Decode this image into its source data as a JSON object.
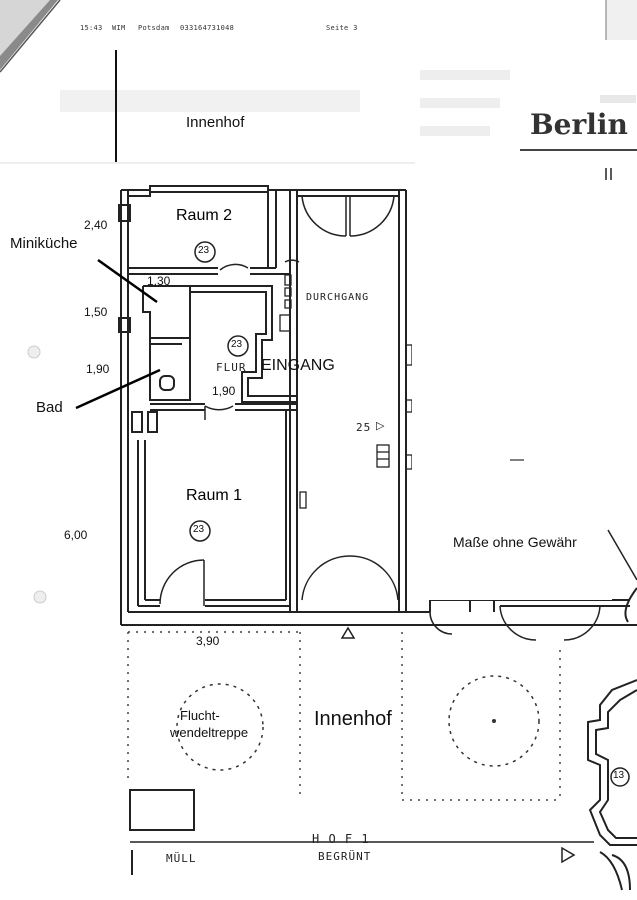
{
  "fax_header": {
    "time": "15:43",
    "sender": "WIM",
    "city": "Potsdam",
    "phone": "033164731048",
    "page": "Seite  3"
  },
  "letterhead": {
    "city": "Berlin"
  },
  "labels": {
    "innenhof_top": "Innenhof",
    "raum2": "Raum 2",
    "raum1": "Raum 1",
    "minikueche": "Miniküche",
    "bad": "Bad",
    "eingang": "EINGANG",
    "flur": "FLUR",
    "durchgang": "DURCHGANG",
    "masse": "Maße ohne Gewähr",
    "flucht_line1": "Flucht-",
    "flucht_line2": "wendeltreppe",
    "innenhof_yard": "Innenhof",
    "hof": "H O F  1",
    "begruent": "BEGRÜNT",
    "muell": "MÜLL",
    "mark_25": "25"
  },
  "room_numbers": {
    "raum2": "23",
    "flur": "23",
    "raum1": "23",
    "yard_right": "13"
  },
  "dimensions": {
    "d_240": "2,40",
    "d_130": "1,30",
    "d_150": "1,50",
    "d_190_left": "1,90",
    "d_190_bottom": "1,90",
    "d_600": "6,00",
    "d_390": "3,90"
  },
  "colors": {
    "ink": "#222222",
    "paper": "#ffffff",
    "shadow": "#bdbdbd"
  }
}
